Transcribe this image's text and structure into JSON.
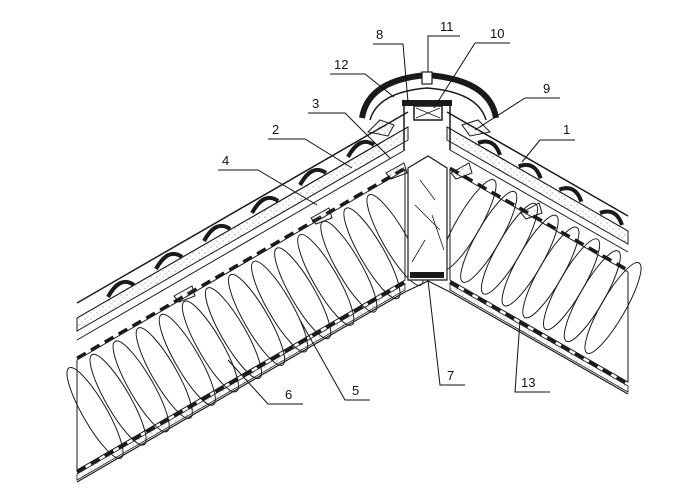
{
  "diagram": {
    "colors": {
      "ink": "#1a1a1a",
      "paper": "#ffffff",
      "stipple": "#8a8a8a"
    },
    "callouts": [
      {
        "id": "c1",
        "label": "1"
      },
      {
        "id": "c2",
        "label": "2"
      },
      {
        "id": "c3",
        "label": "3"
      },
      {
        "id": "c4",
        "label": "4"
      },
      {
        "id": "c5",
        "label": "5"
      },
      {
        "id": "c6",
        "label": "6"
      },
      {
        "id": "c7",
        "label": "7"
      },
      {
        "id": "c8",
        "label": "8"
      },
      {
        "id": "c9",
        "label": "9"
      },
      {
        "id": "c10",
        "label": "10"
      },
      {
        "id": "c11",
        "label": "11"
      },
      {
        "id": "c12",
        "label": "12"
      },
      {
        "id": "c13",
        "label": "13"
      }
    ]
  }
}
